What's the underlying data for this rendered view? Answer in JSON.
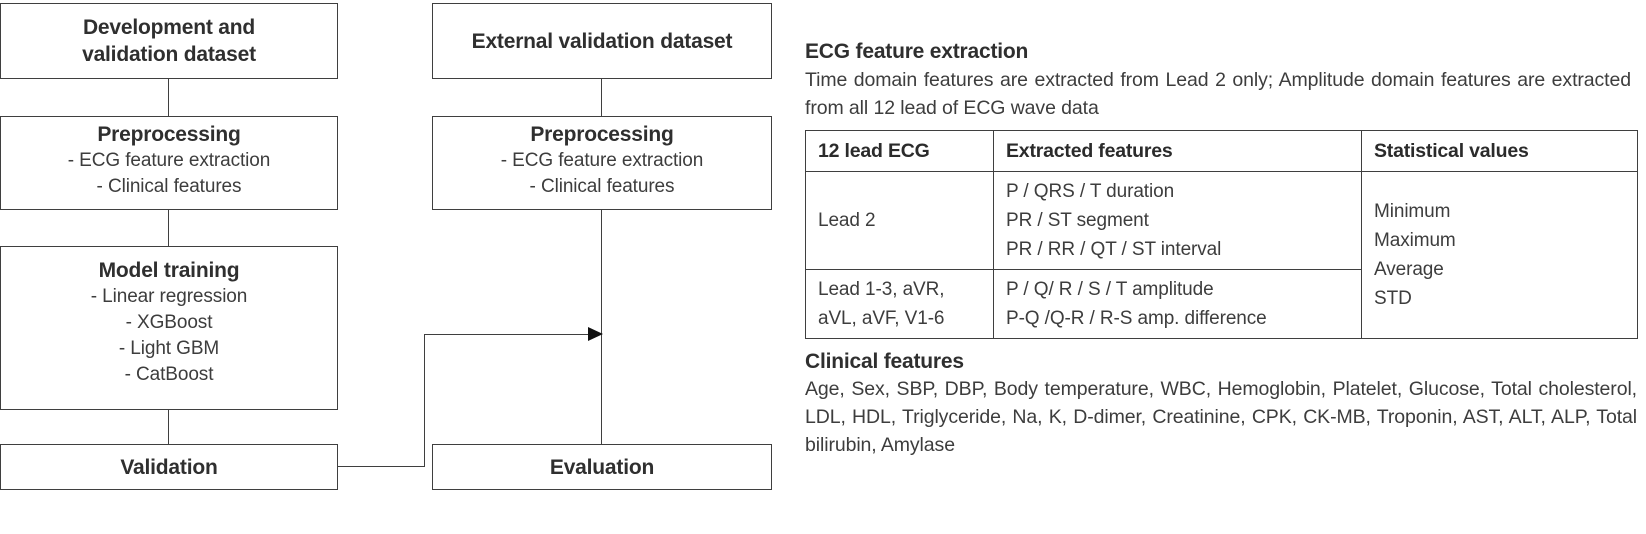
{
  "flow": {
    "boxes": [
      {
        "id": "development-validation-dataset",
        "title": "Development and",
        "title2": "validation dataset",
        "lines": []
      },
      {
        "id": "preprocessing-left",
        "title": "Preprocessing",
        "lines": [
          "- ECG feature extraction",
          "- Clinical features"
        ]
      },
      {
        "id": "model-training",
        "title": "Model training",
        "lines": [
          "- Linear regression",
          "- XGBoost",
          "- Light GBM",
          "- CatBoost"
        ]
      },
      {
        "id": "validation",
        "title": "Validation",
        "lines": []
      },
      {
        "id": "external-validation-dataset",
        "title": "External validation dataset",
        "lines": []
      },
      {
        "id": "preprocessing-right",
        "title": "Preprocessing",
        "lines": [
          "- ECG feature extraction",
          "- Clinical features"
        ]
      },
      {
        "id": "evaluation",
        "title": "Evaluation",
        "lines": []
      }
    ],
    "left_column": {
      "dataset_title_line1": "Development and",
      "dataset_title_line2": "validation dataset",
      "preprocessing_title": "Preprocessing",
      "preprocessing_line1": "- ECG feature extraction",
      "preprocessing_line2": "- Clinical features",
      "model_title": "Model training",
      "model_line1": "- Linear regression",
      "model_line2": "- XGBoost",
      "model_line3": "- Light GBM",
      "model_line4": "- CatBoost",
      "validation_title": "Validation"
    },
    "right_column": {
      "dataset_title": "External validation dataset",
      "preprocessing_title": "Preprocessing",
      "preprocessing_line1": "- ECG feature extraction",
      "preprocessing_line2": "- Clinical features",
      "evaluation_title": "Evaluation"
    }
  },
  "panel": {
    "ecg": {
      "heading": "ECG feature extraction",
      "description": "Time domain features are extracted   from Lead 2 only; Amplitude domain features are extracted  from all 12 lead of ECG wave data",
      "table": {
        "headers": [
          "12 lead ECG",
          "Extracted features",
          "Statistical values"
        ],
        "rows": [
          {
            "lead_lines": [
              "Lead 2"
            ],
            "feature_lines": [
              "P / QRS / T duration",
              "PR / ST segment",
              "PR / RR / QT / ST interval"
            ]
          },
          {
            "lead_lines": [
              "Lead  1-3,  aVR,",
              "aVL, aVF,  V1-6"
            ],
            "feature_lines": [
              "P / Q/ R / S / T amplitude",
              "P-Q /Q-R / R-S amp. difference"
            ]
          }
        ],
        "statistical_values": [
          "Minimum",
          "Maximum",
          "Average",
          "STD"
        ]
      }
    },
    "clinical": {
      "heading": "Clinical features",
      "features_text": "Age, Sex, SBP, DBP, Body temperature, WBC, Hemoglobin, Platelet, Glucose, Total cholesterol, LDL, HDL, Triglyceride, Na, K, D-dimer, Creatinine, CPK, CK-MB, Troponin, AST, ALT, ALP, Total bilirubin, Amylase"
    }
  },
  "colors": {
    "stroke": "#3f3f3f",
    "text": "#3d3d3d",
    "heading": "#2f2f2f",
    "background": "#ffffff",
    "arrow": "#111111"
  }
}
